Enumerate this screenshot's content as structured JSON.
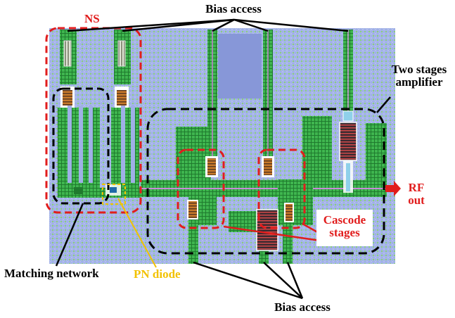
{
  "labels": {
    "top_bias": "Bias access",
    "bottom_bias": "Bias access",
    "ns": "NS",
    "two_stages_line1": "Two stages",
    "two_stages_line2": "amplifier",
    "rf_line1": "RF",
    "rf_line2": "out",
    "cascode_line1": "Cascode",
    "cascode_line2": "stages",
    "matching": "Matching network",
    "pn": "PN diode"
  },
  "colors": {
    "substrate": "#9fb0e6",
    "metal_green": "#33b04a",
    "metal_dark": "#1f7a2e",
    "annotation_red": "#e11d1d",
    "annotation_black": "#000000",
    "annotation_gold": "#f2c200",
    "pad_gold": "#c97a2a",
    "component_dark": "#3a2a30",
    "pin_cyan": "#8fd0ea",
    "bias_line_magenta": "#c88ad8"
  }
}
